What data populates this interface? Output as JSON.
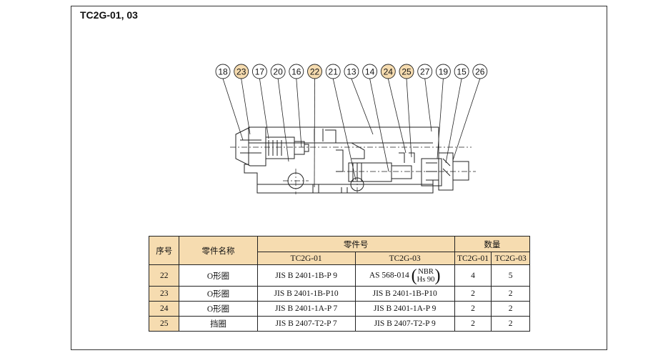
{
  "title": "TC2G-01, 03",
  "callouts": [
    {
      "label": "18",
      "highlight": false
    },
    {
      "label": "23",
      "highlight": true
    },
    {
      "label": "17",
      "highlight": false
    },
    {
      "label": "20",
      "highlight": false
    },
    {
      "label": "16",
      "highlight": false
    },
    {
      "label": "22",
      "highlight": true
    },
    {
      "label": "21",
      "highlight": false
    },
    {
      "label": "13",
      "highlight": false
    },
    {
      "label": "14",
      "highlight": false
    },
    {
      "label": "24",
      "highlight": true
    },
    {
      "label": "25",
      "highlight": true
    },
    {
      "label": "27",
      "highlight": false
    },
    {
      "label": "19",
      "highlight": false
    },
    {
      "label": "15",
      "highlight": false
    },
    {
      "label": "26",
      "highlight": false
    }
  ],
  "table": {
    "header": {
      "index": "序号",
      "name": "零件名称",
      "part_no": "零件号",
      "qty": "数量",
      "model_a": "TC2G-01",
      "model_b": "TC2G-03",
      "qty_a": "TC2G-01",
      "qty_b": "TC2G-03"
    },
    "rows": [
      {
        "index": "22",
        "name": "O形圈",
        "part_a": "JIS B 2401-1B-P 9",
        "part_b": "AS 568-014",
        "part_b_note_1": "NBR",
        "part_b_note_2": "Hs 90",
        "qty_a": "4",
        "qty_b": "5"
      },
      {
        "index": "23",
        "name": "O形圈",
        "part_a": "JIS B 2401-1B-P10",
        "part_b": "JIS B 2401-1B-P10",
        "qty_a": "2",
        "qty_b": "2"
      },
      {
        "index": "24",
        "name": "O形圈",
        "part_a": "JIS B 2401-1A-P 7",
        "part_b": "JIS B 2401-1A-P 9",
        "qty_a": "2",
        "qty_b": "2"
      },
      {
        "index": "25",
        "name": "挡圈",
        "part_a": "JIS B 2407-T2-P 7",
        "part_b": "JIS B 2407-T2-P 9",
        "qty_a": "2",
        "qty_b": "2"
      }
    ]
  },
  "colors": {
    "highlight": "#f6dcb0",
    "line": "#222222"
  }
}
